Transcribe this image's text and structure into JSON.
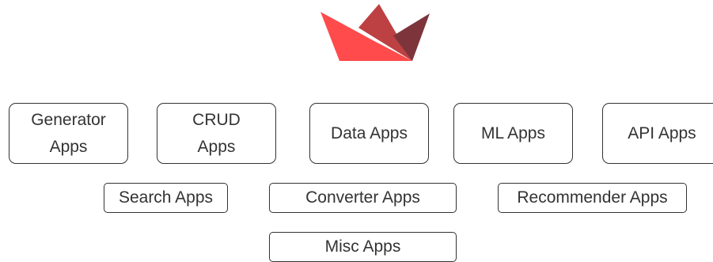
{
  "logo": {
    "icon": "streamlit-boat-logo-icon",
    "colors": {
      "left_sail": "#ff4b4b",
      "middle_sail": "#bd4043",
      "right_sail": "#7d353b"
    }
  },
  "boxes": {
    "generator": {
      "line1": "Generator",
      "line2": "Apps"
    },
    "crud": {
      "line1": "CRUD",
      "line2": "Apps"
    },
    "data": {
      "label": "Data Apps"
    },
    "ml": {
      "label": "ML Apps"
    },
    "api": {
      "label": "API Apps"
    },
    "search": {
      "label": "Search Apps"
    },
    "converter": {
      "label": "Converter Apps"
    },
    "recommender": {
      "label": "Recommender Apps"
    },
    "misc": {
      "label": "Misc Apps"
    }
  }
}
